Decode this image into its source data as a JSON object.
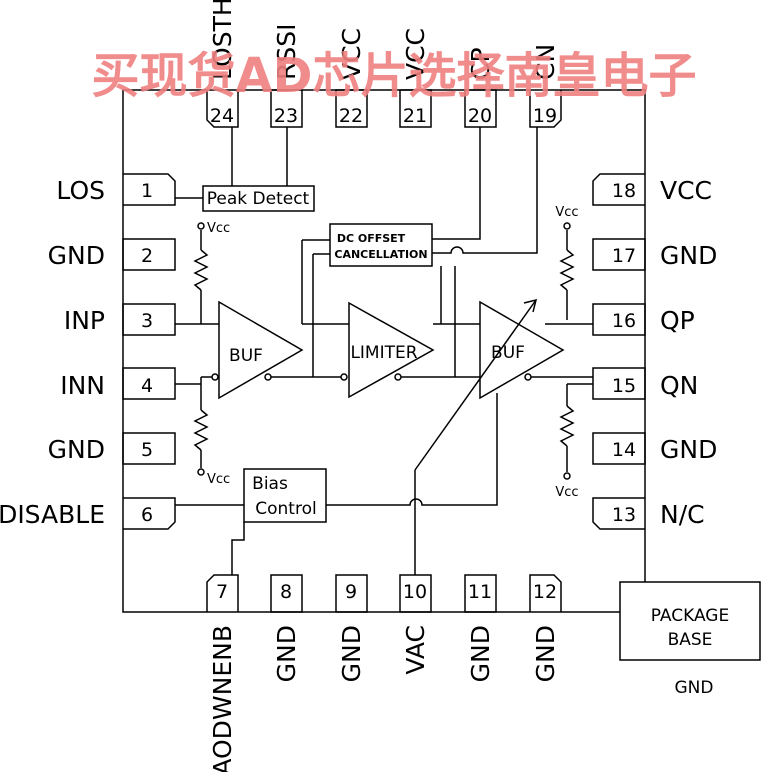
{
  "watermark": "买现货AD芯片选择南皇电子",
  "top_pins": [
    {
      "num": "24",
      "label": "LOSTH"
    },
    {
      "num": "23",
      "label": "RSSI"
    },
    {
      "num": "22",
      "label": "VCC"
    },
    {
      "num": "21",
      "label": "VCC"
    },
    {
      "num": "20",
      "label": "CP"
    },
    {
      "num": "19",
      "label": "CN"
    }
  ],
  "left_pins": [
    {
      "num": "1",
      "label": "LOS"
    },
    {
      "num": "2",
      "label": "GND"
    },
    {
      "num": "3",
      "label": "INP"
    },
    {
      "num": "4",
      "label": "INN"
    },
    {
      "num": "5",
      "label": "GND"
    },
    {
      "num": "6",
      "label": "DISABLE"
    }
  ],
  "right_pins": [
    {
      "num": "18",
      "label": "VCC"
    },
    {
      "num": "17",
      "label": "GND"
    },
    {
      "num": "16",
      "label": "QP"
    },
    {
      "num": "15",
      "label": "QN"
    },
    {
      "num": "14",
      "label": "GND"
    },
    {
      "num": "13",
      "label": "N/C"
    }
  ],
  "bottom_pins": [
    {
      "num": "7",
      "label": "AODWNENB"
    },
    {
      "num": "8",
      "label": "GND"
    },
    {
      "num": "9",
      "label": "GND"
    },
    {
      "num": "10",
      "label": "VAC"
    },
    {
      "num": "11",
      "label": "GND"
    },
    {
      "num": "12",
      "label": "GND"
    }
  ],
  "blocks": {
    "peak_detect": "Peak Detect",
    "dc_offset_line1": "DC OFFSET",
    "dc_offset_line2": "CANCELLATION",
    "buf_in": "BUF",
    "limiter": "LIMITER",
    "buf_out": "BUF",
    "bias_line1": "Bias",
    "bias_line2": "Control"
  },
  "vcc_label": "Vcc",
  "package": {
    "line1": "PACKAGE",
    "line2": "BASE",
    "ground": "GND"
  }
}
